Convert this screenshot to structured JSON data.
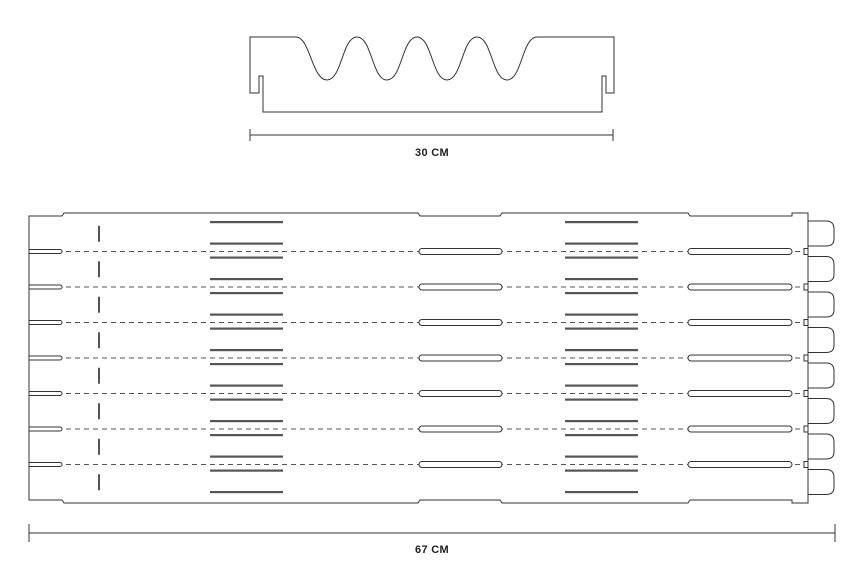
{
  "top_piece": {
    "dimension_label": "30 CM"
  },
  "bottom_piece": {
    "dimension_label": "67 CM",
    "strip_count": 8
  },
  "colors": {
    "line": "#333333",
    "dashed": "#555555",
    "background": "#ffffff"
  }
}
